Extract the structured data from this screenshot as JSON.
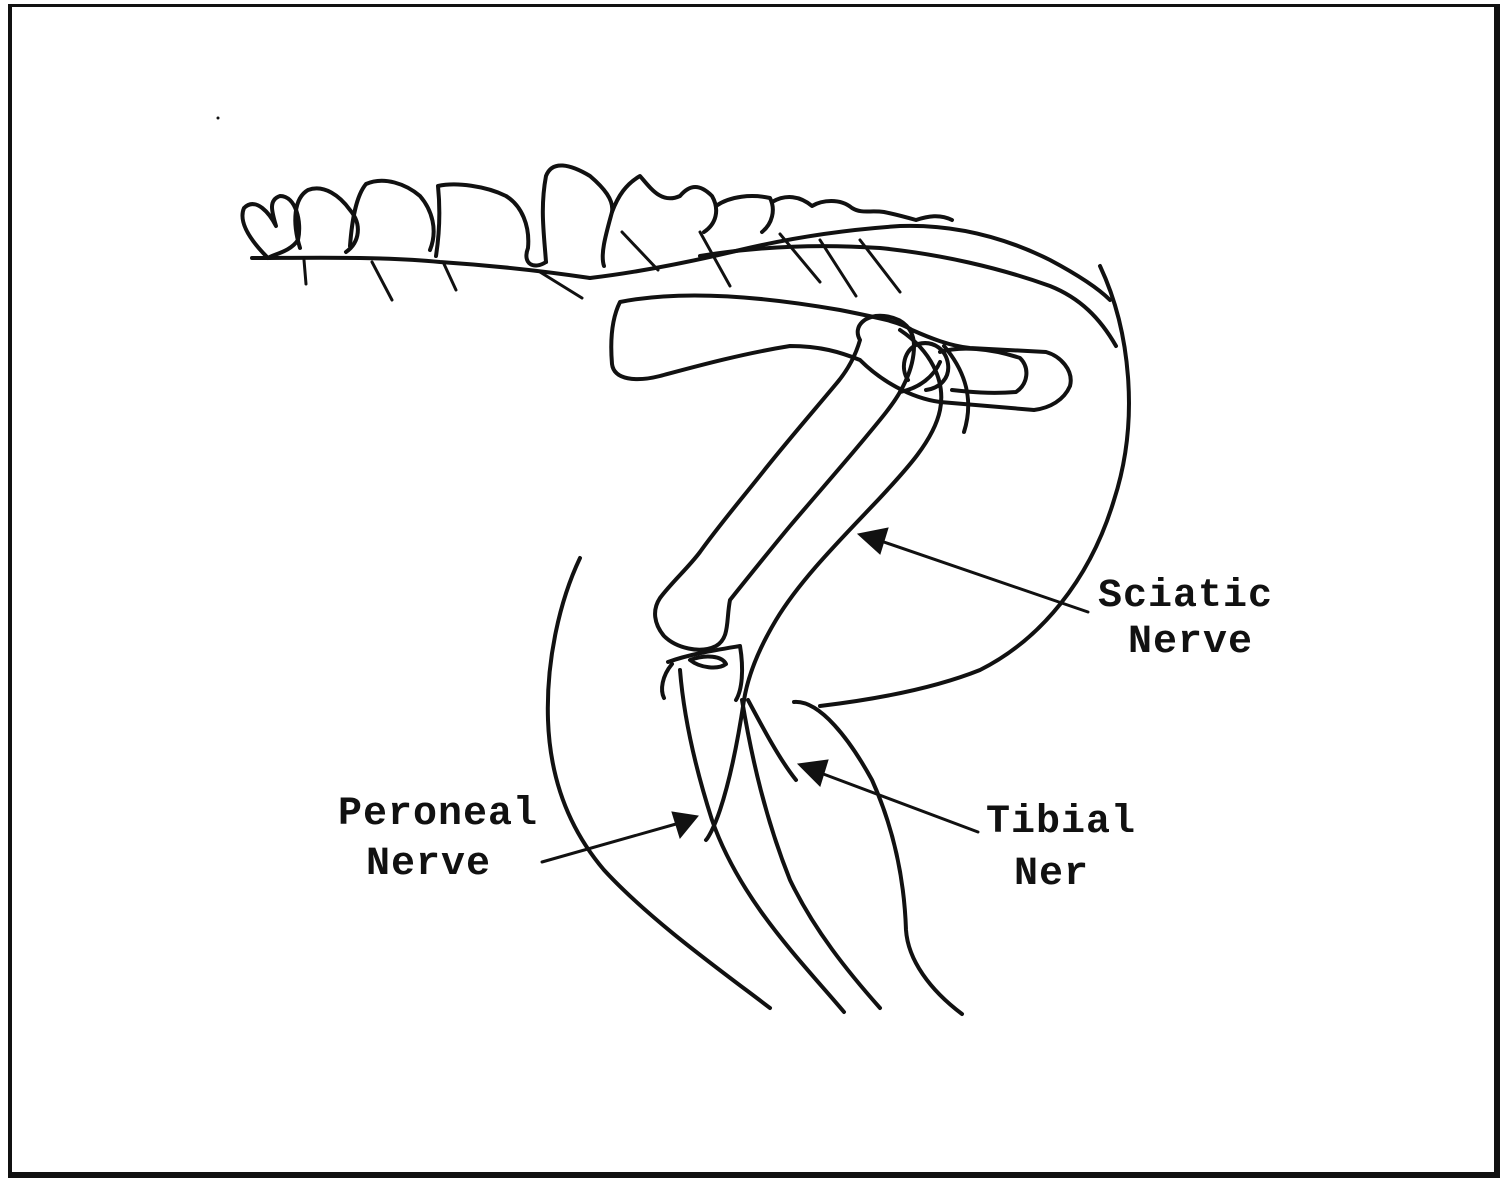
{
  "labels": {
    "sciatic_line1": "Sciatic",
    "sciatic_line2": "Nerve",
    "peroneal_line1": "Peroneal",
    "peroneal_line2": "Nerve",
    "tibial_line1": "Tibial",
    "tibial_line2": "Ner"
  },
  "colors": {
    "ink": "#111111",
    "paper": "#ffffff"
  }
}
